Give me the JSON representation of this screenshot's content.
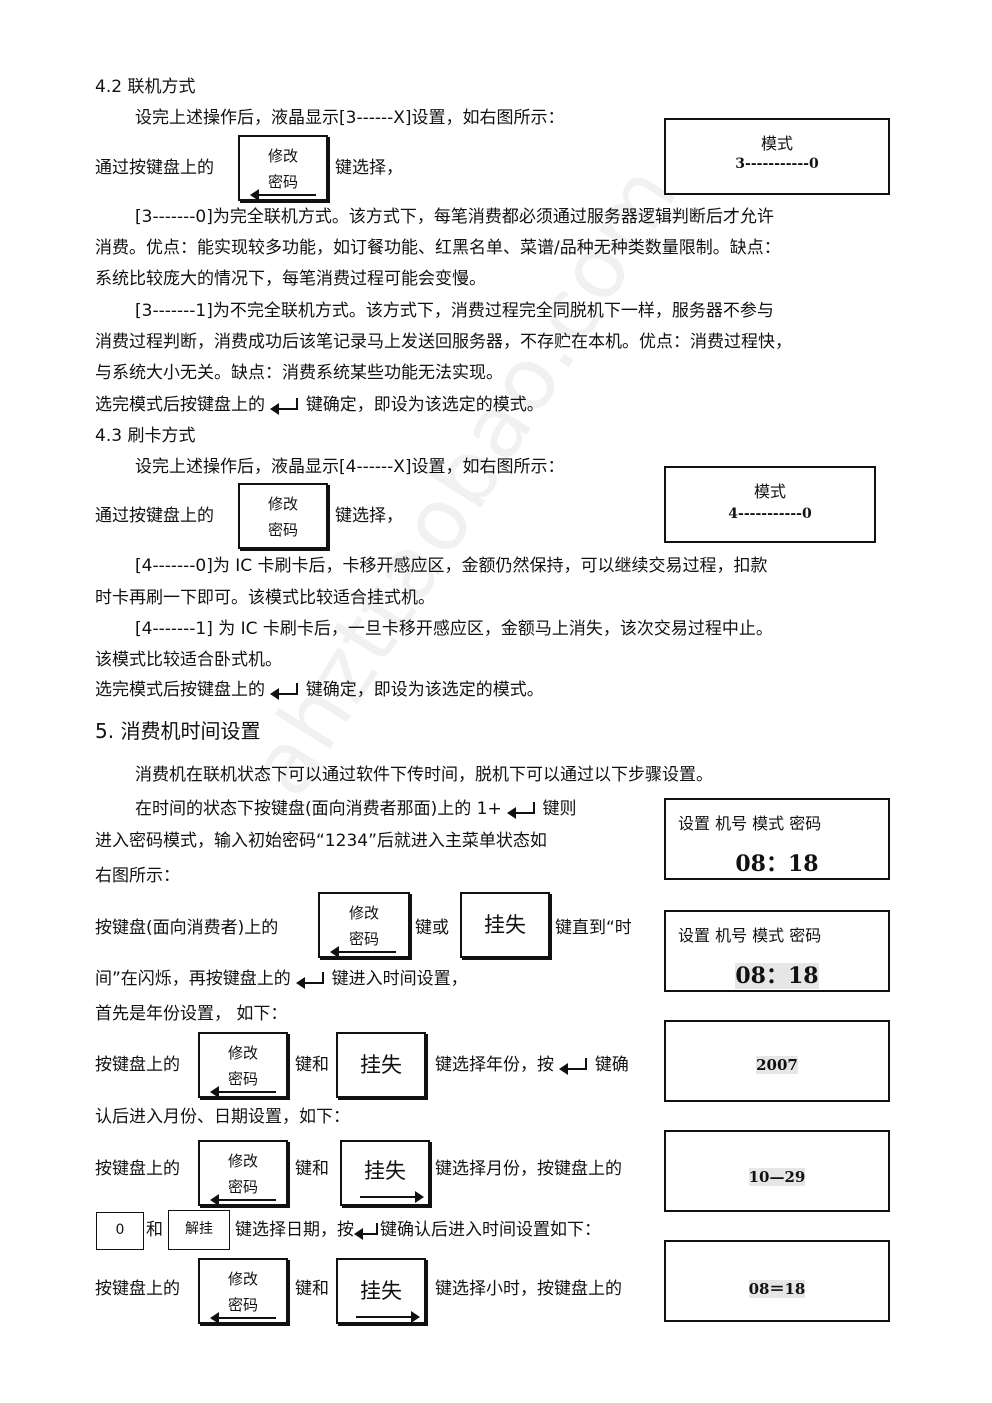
{
  "sec42": {
    "title": "4.2 联机方式",
    "p1": "设完上述操作后，液晶显示[3------X]设置，如右图所示：",
    "p2a": "通过按键盘上的",
    "p2b": "键选择，",
    "lcd": {
      "cap": "模式",
      "val": "3-----------0"
    },
    "opt0_l1": "[3-------0]为完全联机方式。该方式下，每笔消费都必须通过服务器逻辑判断后才允许",
    "opt0_l2": "消费。优点：能实现较多功能，如订餐功能、红黑名单、菜谱/品种无种类数量限制。缺点：",
    "opt0_l3": "系统比较庞大的情况下，每笔消费过程可能会变慢。",
    "opt1_l1": "[3-------1]为不完全联机方式。该方式下，消费过程完全同脱机下一样，服务器不参与",
    "opt1_l2": "消费过程判断，消费成功后该笔记录马上发送回服务器，不存贮在本机。优点：消费过程快，",
    "opt1_l3": "与系统大小无关。缺点：消费系统某些功能无法实现。",
    "confirm_a": "选完模式后按键盘上的",
    "confirm_b": "键确定，即设为该选定的模式。"
  },
  "sec43": {
    "title": "4.3 刷卡方式",
    "p1": "设完上述操作后，液晶显示[4------X]设置，如右图所示：",
    "p2a": "通过按键盘上的",
    "p2b": "键选择，",
    "lcd": {
      "cap": "模式",
      "val": "4-----------0"
    },
    "opt0_l1": "[4-------0]为 IC 卡刷卡后，卡移开感应区，金额仍然保持，可以继续交易过程，扣款",
    "opt0_l2": "时卡再刷一下即可。该模式比较适合挂式机。",
    "opt1_l1": "[4-------1] 为 IC 卡刷卡后，一旦卡移开感应区，金额马上消失，该次交易过程中止。",
    "opt1_l2": "该模式比较适合卧式机。",
    "confirm_a": "选完模式后按键盘上的",
    "confirm_b": "键确定，即设为该选定的模式。"
  },
  "sec5": {
    "title": "5.  消费机时间设置",
    "intro": "消费机在联机状态下可以通过软件下传时间，脱机下可以通过以下步骤设置。",
    "s1_l1a": "在时间的状态下按键盘(面向消费者那面)上的 1+",
    "s1_l1b": "键则",
    "s1_l2": "进入密码模式，输入初始密码“1234”后就进入主菜单状态如",
    "s1_l3": "右图所示：",
    "s2a": "按键盘(面向消费者)上的",
    "s2b": "键或",
    "s2c": "键直到“时",
    "s3a": "间”在闪烁，再按键盘上的",
    "s3b": "键进入时间设置，",
    "s4": "首先是年份设置，  如下：",
    "s5a": "按键盘上的",
    "s5b": "键和",
    "s5c": "键选择年份，按",
    "s5d": "键确",
    "s6": "认后进入月份、日期设置，如下：",
    "s7a": "按键盘上的",
    "s7b": "键和",
    "s7c": "键选择月份，按键盘上的",
    "s8b": "和",
    "s8c": "键选择日期，按",
    "s8d": "键确认后进入时间设置如下：",
    "s9a": "按键盘上的",
    "s9b": "键和",
    "s9c": "键选择小时，按键盘上的",
    "menu": "设置  机号  模式  密码",
    "clock": "08：18",
    "year": "2007",
    "monthday": "10—29",
    "time": "08＝18"
  },
  "keys": {
    "modify_l1": "修改",
    "modify_l2": "密码",
    "lost": "挂失",
    "zero": "0",
    "unlock": "解挂"
  },
  "watermark": "ahzttaobao.com"
}
